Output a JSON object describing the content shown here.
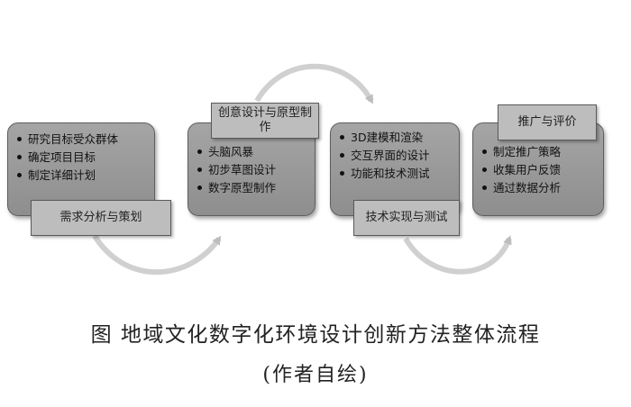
{
  "stages": [
    {
      "label": "需求分析与策划",
      "items": [
        "研究目标受众群体",
        "确定项目目标",
        "制定详细计划"
      ]
    },
    {
      "label": "创意设计与原型制作",
      "items": [
        "头脑风暴",
        "初步草图设计",
        "数字原型制作"
      ]
    },
    {
      "label": "技术实现与测试",
      "items": [
        "3D建模和渲染",
        "交互界面的设计",
        "功能和技术测试"
      ]
    },
    {
      "label": "推广与评价",
      "items": [
        "制定推广策略",
        "收集用户反馈",
        "通过数据分析"
      ]
    }
  ],
  "caption": {
    "title": "图 地域文化数字化环境设计创新方法整体流程",
    "note": "(作者自绘)"
  },
  "colors": {
    "box_fill": "#9a9a9a",
    "label_fill": "#bdbdbd",
    "arrow": "#cfcfcf"
  }
}
